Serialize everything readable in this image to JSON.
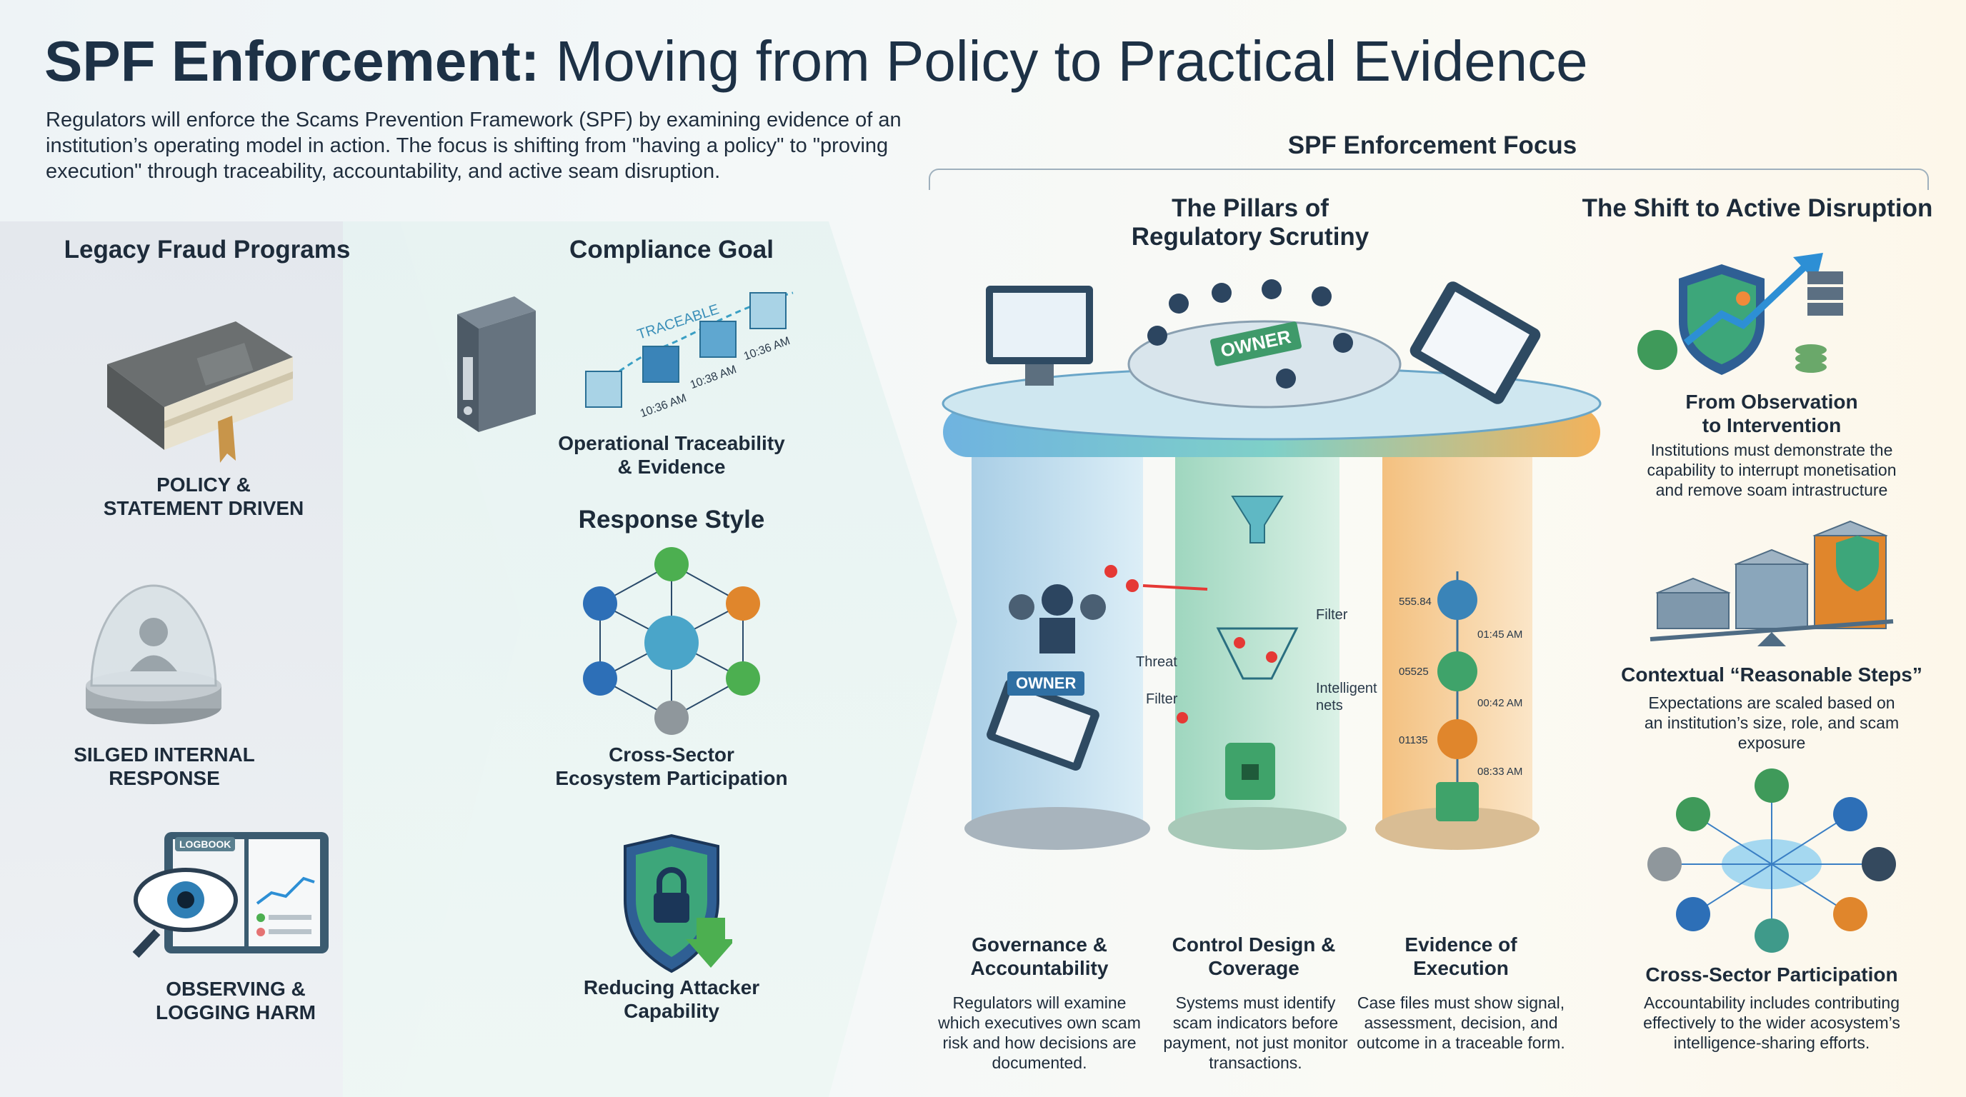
{
  "header": {
    "title_bold": "SPF Enforcement:",
    "title_rest": " Moving from Policy to Practical Evidence",
    "intro": "Regulators will enforce the Scams Prevention Framework (SPF) by examining evidence of an institution’s operating model in action. The focus is shifting from \"having a policy\" to \"proving execution\" through traceability, accountability, and active seam disruption."
  },
  "legacy": {
    "title": "Legacy Fraud Programs",
    "items": [
      {
        "label": "POLICY &\nSTATEMENT DRIVEN"
      },
      {
        "label": "SILGED INTERNAL\nRESPONSE"
      },
      {
        "label": "OBSERVING &\nLOGGING HARM",
        "logbook": "LOGBOOK"
      }
    ]
  },
  "compliance": {
    "title": "Compliance Goal",
    "traceability": "Operational Traceability\n& Evidence",
    "chain_label": "TRACEABLE",
    "times": [
      "10:36 AM",
      "10:38 AM",
      "10:36 AM"
    ],
    "response_title": "Response Style",
    "cross_sector": "Cross-Sector\nEcosystem Participation",
    "reducing": "Reducing Attacker\nCapability"
  },
  "focus": {
    "title": "SPF Enforcement Focus",
    "pillars_title": "The Pillars of\nRegulatory Scrutiny",
    "owner_table": "OWNER",
    "owner_badge": "OWNER",
    "labels": {
      "filter_top": "Filter",
      "threat": "Threat",
      "filter_left": "Filter",
      "intelligent_nets": "Intelligent\nnets"
    },
    "evidence_codes": [
      "555.84",
      "05525",
      "01135"
    ],
    "evidence_times": [
      "01:45 AM",
      "00:42 AM",
      "08:33 AM"
    ],
    "pillars": [
      {
        "title": "Governance &\nAccountability",
        "desc": "Regulators will examine which executives own scam risk and how decisions are documented."
      },
      {
        "title": "Control Design &\nCoverage",
        "desc": "Systems must identify scam indicators before payment, not just monitor transactions."
      },
      {
        "title": "Evidence of\nExecution",
        "desc": "Case files must show signal, assessment, decision, and outcome in a traceable form."
      }
    ]
  },
  "shift": {
    "title": "The Shift to Active Disruption",
    "items": [
      {
        "title": "From Observation\nto Intervention",
        "desc": "Institutions must demonstrate the capability to interrupt monetisation and remove soam intrastructure"
      },
      {
        "title": "Contextual “Reasonable Steps”",
        "desc": "Expectations are scaled based on an institution’s size, role, and scam exposure"
      },
      {
        "title": "Cross-Sector Participation",
        "desc": "Accountability includes contributing effectively to the wider acosystem’s intelligence-sharing efforts."
      }
    ]
  },
  "colors": {
    "navy": "#1d3146",
    "teal": "#2f8f9a",
    "green": "#3f9a5a",
    "orange": "#e08a2c",
    "blue": "#3a7fc4"
  }
}
